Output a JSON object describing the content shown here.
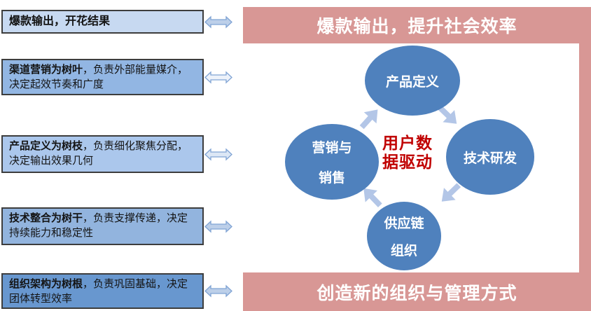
{
  "left_panel": {
    "boxes": [
      {
        "bold": "爆款输出，开花结果",
        "rest": ""
      },
      {
        "bold": "渠道营销为树叶",
        "rest": "，负责外部能量媒介，决定起效节奏和广度"
      },
      {
        "bold": "产品定义为树枝",
        "rest": "，负责细化聚焦分配，决定输出效果几何"
      },
      {
        "bold": "技术整合为树干",
        "rest": "，负责支撑传递，决定持续能力和稳定性"
      },
      {
        "bold": "组织架构为树根",
        "rest": "，负责巩固基础，决定团体转型效率"
      }
    ]
  },
  "banners": {
    "top": "爆款输出，提升社会效率",
    "bottom": "创造新的组织与管理方式"
  },
  "cycle": {
    "top": {
      "lines": [
        "产品定义"
      ]
    },
    "right": {
      "lines": [
        "技术研发"
      ]
    },
    "bottom": {
      "lines": [
        "供应链",
        "组织"
      ]
    },
    "left": {
      "lines": [
        "营销与",
        "销售"
      ]
    },
    "center": {
      "lines": [
        "用户数",
        "据驱动"
      ]
    },
    "direction": "clockwise"
  },
  "icons": {
    "double_arrow": "left-right-double-arrow",
    "cycle_arrow": "clockwise-cycle-arrow"
  },
  "colors": {
    "banner_pink": "#d89795",
    "ellipse_blue": "#4f81bd",
    "center_red": "#c00000",
    "cycle_arrow_blue": "#b3c6e7",
    "box_border": "#3d3d3d",
    "box_fills": [
      "#c7d9f1",
      "#92b6e3",
      "#abc7ec",
      "#92b4de",
      "#6897cf"
    ]
  }
}
